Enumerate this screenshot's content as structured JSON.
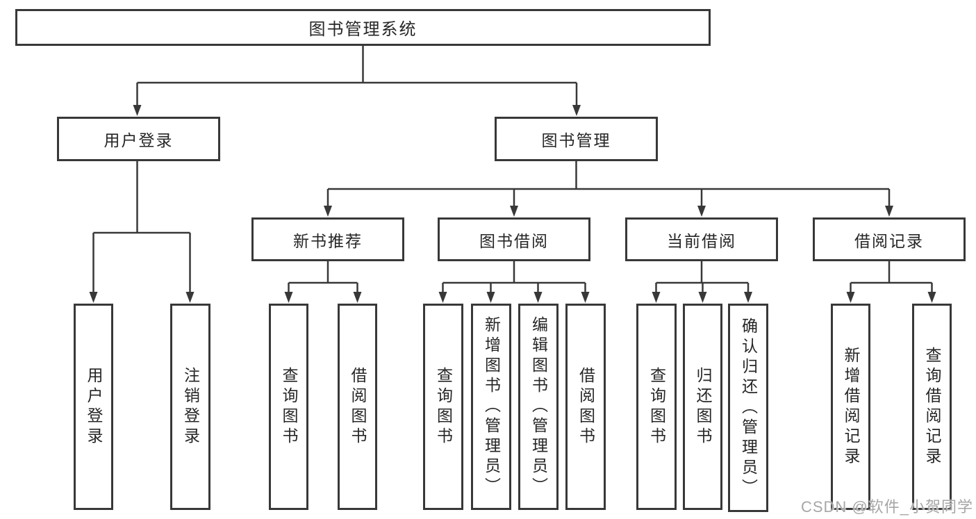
{
  "diagram": {
    "root": {
      "label": "图书管理系统"
    },
    "level2": [
      {
        "label": "用户登录"
      },
      {
        "label": "图书管理"
      }
    ],
    "level3": [
      {
        "label": "新书推荐"
      },
      {
        "label": "图书借阅"
      },
      {
        "label": "当前借阅"
      },
      {
        "label": "借阅记录"
      }
    ],
    "leaves": {
      "user_login": [
        "用户登录",
        "注销登录"
      ],
      "new_book_recommend": [
        "查询图书",
        "借阅图书"
      ],
      "book_borrow": [
        "查询图书",
        "新增图书（管理员）",
        "编辑图书（管理员）",
        "借阅图书"
      ],
      "current_borrow": [
        "查询图书",
        "归还图书",
        "确认归还（管理员）"
      ],
      "borrow_records": [
        "新增借阅记录",
        "查询借阅记录"
      ]
    }
  },
  "watermark": {
    "text": "CSDN @软件_小贺同学"
  },
  "colors": {
    "line": "#383838",
    "text": "#262626",
    "watermark": "#a6a6a6",
    "background": "#ffffff"
  }
}
